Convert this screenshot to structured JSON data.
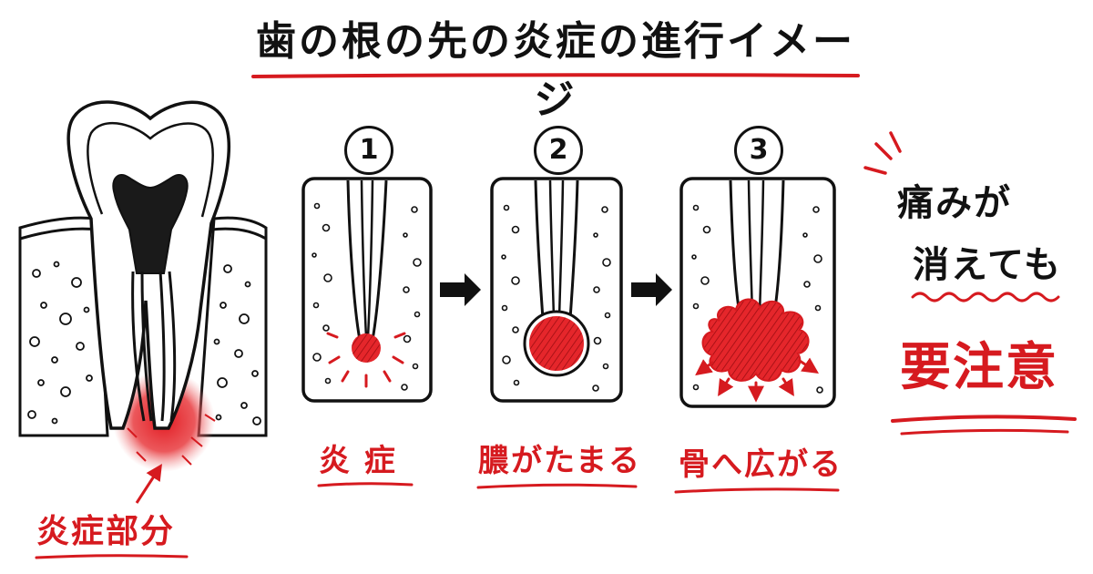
{
  "title": "歯の根の先の炎症の進行イメージ",
  "colors": {
    "accent": "#d61a1f",
    "ink": "#111111",
    "background": "#ffffff"
  },
  "tooth": {
    "label": "炎症部分"
  },
  "steps": [
    {
      "number": "1",
      "label": "炎 症"
    },
    {
      "number": "2",
      "label": "膿がたまる"
    },
    {
      "number": "3",
      "label": "骨へ広がる"
    }
  ],
  "note": {
    "line1": "痛みが",
    "line2": "消えても",
    "emphasis": "要注意"
  }
}
